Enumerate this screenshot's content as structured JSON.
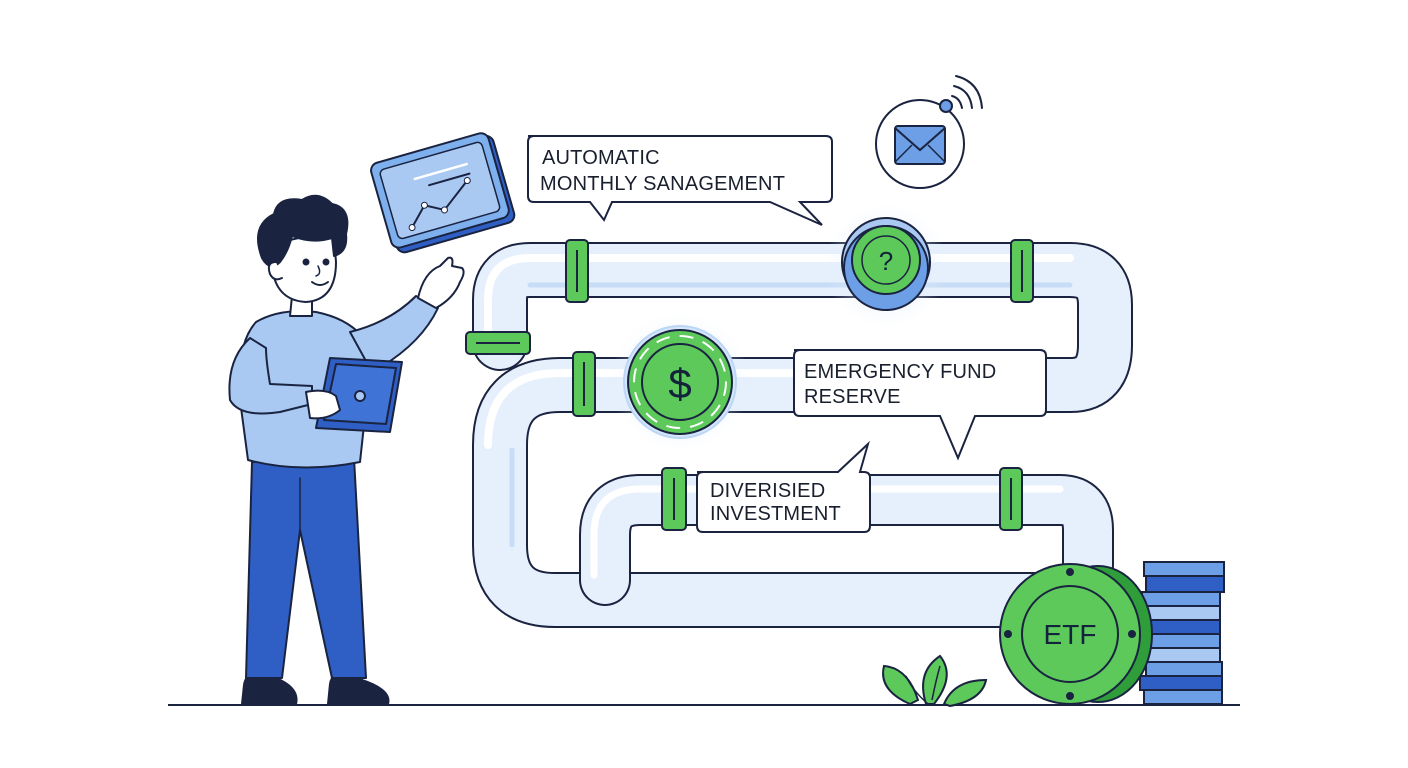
{
  "labels": {
    "automatic_line1": "AUTOMATIC",
    "automatic_line2": "MONTHLY SANAGEMENT",
    "emergency_line1": "EMERGENCY FUND",
    "emergency_line2": "RESERVE",
    "diversified_line1": "DIVERISIED",
    "diversified_line2": "INVESTMENT"
  },
  "coins": {
    "dollar_symbol": "$",
    "question_symbol": "?",
    "etf_label": "ETF"
  },
  "colors": {
    "outline": "#1a2340",
    "pipe_fill": "#eaf3fd",
    "pipe_highlight": "#ffffff",
    "pipe_shade": "#c9dff7",
    "green": "#5cc95a",
    "green_dark": "#2f9e3a",
    "blue_light": "#a9c9f3",
    "blue_mid": "#6d9fe6",
    "blue_dark": "#2f5fc4",
    "glow": "#dbe9fb"
  },
  "icons": [
    "tablet-chart-icon",
    "mail-icon",
    "wifi-signal-icon",
    "dollar-coin-icon",
    "question-coin-icon",
    "etf-coin-icon",
    "coin-stack-icon",
    "leaf-plant-icon",
    "handheld-tablet-icon"
  ]
}
